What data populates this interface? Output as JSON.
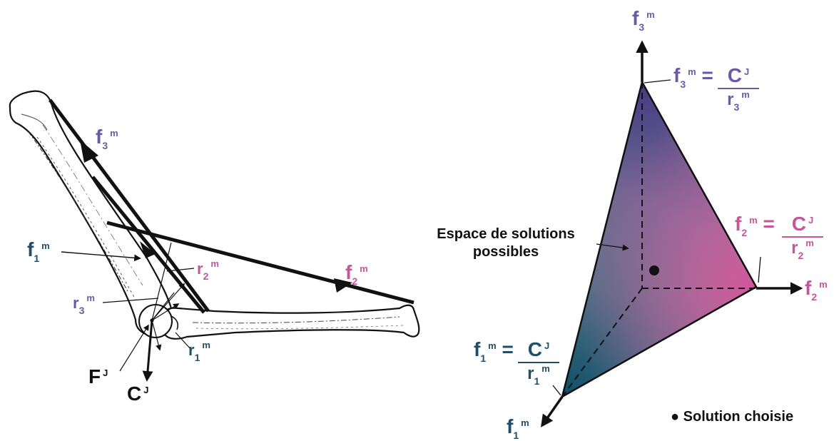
{
  "colors": {
    "f1": "#1f4e66",
    "f2": "#c4579a",
    "f3": "#6a5aa6",
    "ink": "#111111"
  },
  "left": {
    "f3m": {
      "base": "f",
      "sub": "3",
      "sup": "m"
    },
    "f2m": {
      "base": "f",
      "sub": "2",
      "sup": "m"
    },
    "f1m": {
      "base": "f",
      "sub": "1",
      "sup": "m"
    },
    "r2m": {
      "base": "r",
      "sub": "2",
      "sup": "m"
    },
    "r3m": {
      "base": "r",
      "sub": "3",
      "sup": "m"
    },
    "r1m": {
      "base": "r",
      "sub": "1",
      "sup": "m"
    },
    "FJ": {
      "base": "F",
      "sup": "J"
    },
    "CJ": {
      "base": "C",
      "sup": "J"
    }
  },
  "right": {
    "axis_f3": {
      "base": "f",
      "sub": "3",
      "sup": "m"
    },
    "axis_f2": {
      "base": "f",
      "sub": "2",
      "sup": "m"
    },
    "axis_f1": {
      "base": "f",
      "sub": "1",
      "sup": "m"
    },
    "eq3": {
      "base": "f",
      "sub": "3",
      "sup": "m",
      "eq": "=",
      "num_base": "C",
      "num_sup": "J",
      "den_base": "r",
      "den_sub": "3",
      "den_sup": "m"
    },
    "eq2": {
      "base": "f",
      "sub": "2",
      "sup": "m",
      "eq": "=",
      "num_base": "C",
      "num_sup": "J",
      "den_base": "r",
      "den_sub": "2",
      "den_sup": "m"
    },
    "eq1": {
      "base": "f",
      "sub": "1",
      "sup": "m",
      "eq": "=",
      "num_base": "C",
      "num_sup": "J",
      "den_base": "r",
      "den_sub": "1",
      "den_sup": "m"
    },
    "space_label_line1": "Espace de solutions",
    "space_label_line2": "possibles",
    "legend_bullet": "●",
    "legend_text": "Solution choisie"
  }
}
